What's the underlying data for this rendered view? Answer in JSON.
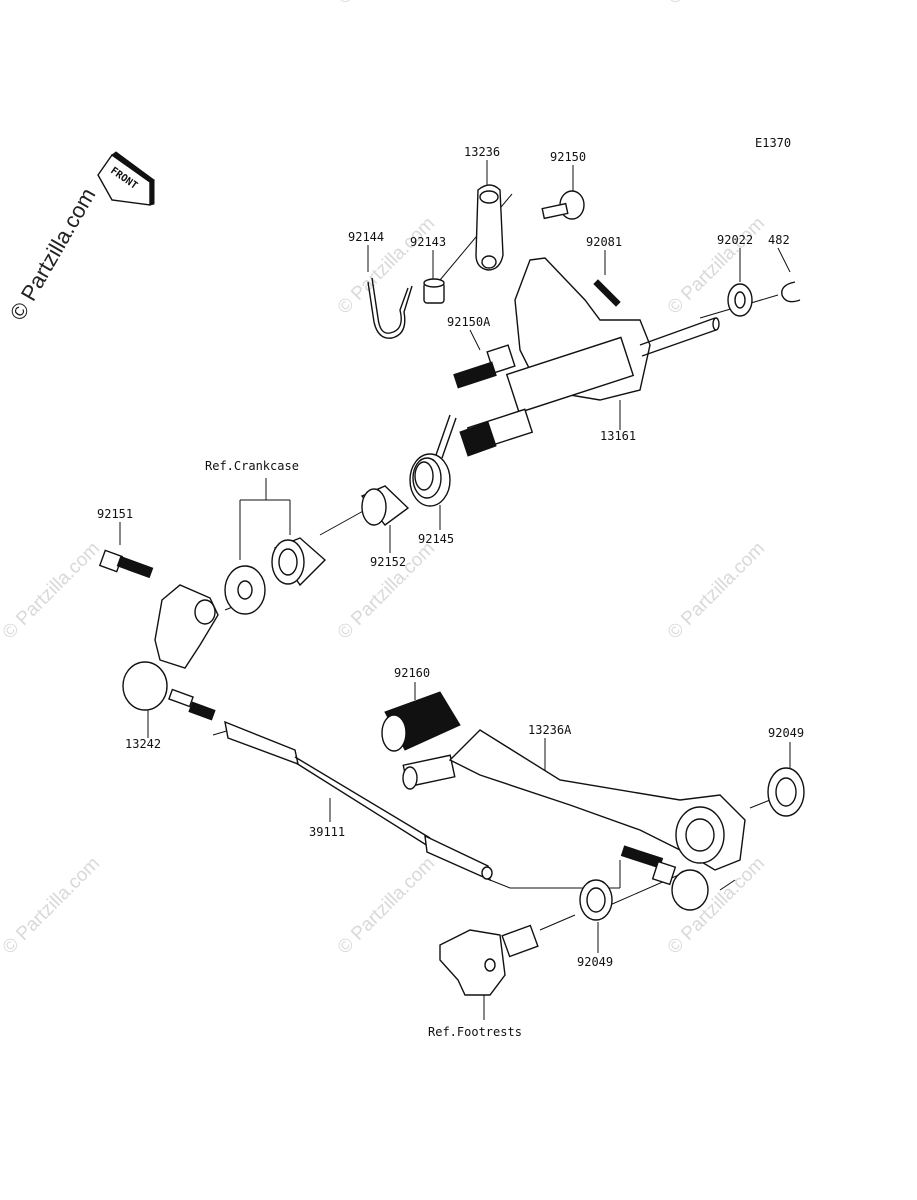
{
  "diagram_code": "E1370",
  "watermark": {
    "main_text": "© Partzilla.com",
    "repeat_text": "© Partzilla.com"
  },
  "front_badge": {
    "text": "FRONT"
  },
  "labels": {
    "p13236": "13236",
    "p92150": "92150",
    "p92144": "92144",
    "p92143": "92143",
    "p92081": "92081",
    "p92022": "92022",
    "p482": "482",
    "p92150A": "92150A",
    "p13161": "13161",
    "ref_crankcase": "Ref.Crankcase",
    "p92151": "92151",
    "p92152": "92152",
    "p92145": "92145",
    "p13242": "13242",
    "p92160": "92160",
    "p13236A": "13236A",
    "p92049_upper": "92049",
    "p39111": "39111",
    "p92049_lower": "92049",
    "ref_footrests": "Ref.Footrests"
  }
}
